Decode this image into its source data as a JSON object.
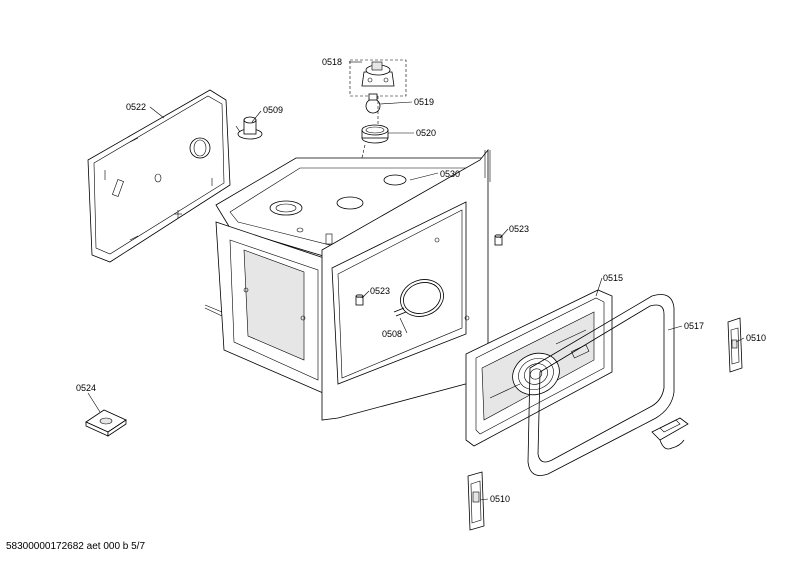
{
  "labels": {
    "p0522": "0522",
    "p0509": "0509",
    "p0518": "0518",
    "p0519": "0519",
    "p0520": "0520",
    "p0530": "0530",
    "p0523a": "0523",
    "p0523b": "0523",
    "p0508": "0508",
    "p0515": "0515",
    "p0517": "0517",
    "p0510a": "0510",
    "p0510b": "0510",
    "p0524": "0524"
  },
  "footer": "58300000172682 aet 000 b 5/7"
}
